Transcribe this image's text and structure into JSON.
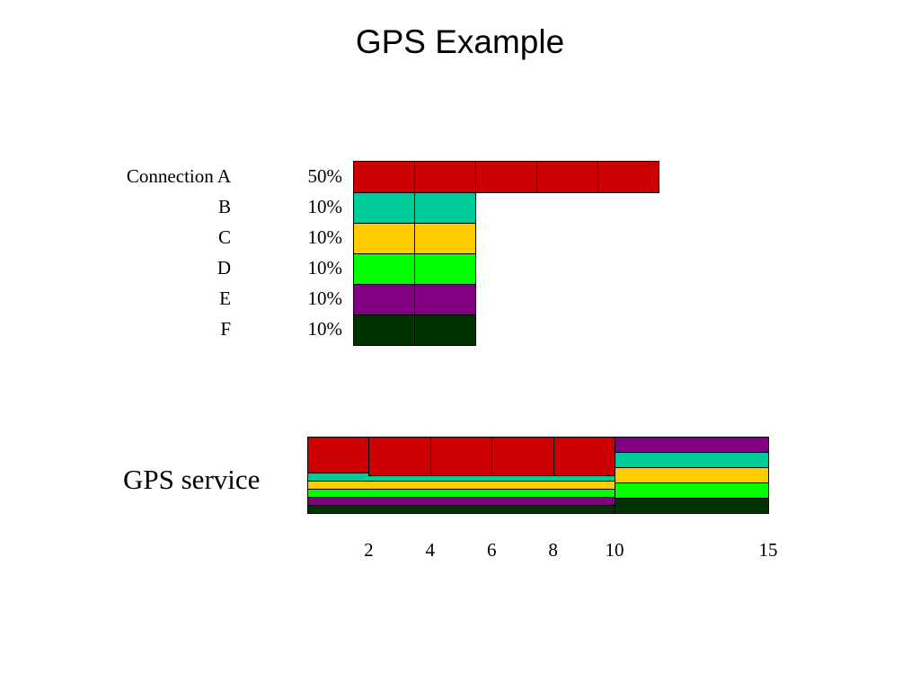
{
  "title": "GPS Example",
  "colors": {
    "A": "#cc0000",
    "B": "#00cc99",
    "C": "#ffcc00",
    "D": "#00ff00",
    "E": "#800080",
    "F": "#003300"
  },
  "connections": [
    {
      "key": "A",
      "label": "Connection A",
      "share": "50%",
      "blocks": 5
    },
    {
      "key": "B",
      "label": "B",
      "share": "10%",
      "blocks": 2
    },
    {
      "key": "C",
      "label": "C",
      "share": "10%",
      "blocks": 2
    },
    {
      "key": "D",
      "label": "D",
      "share": "10%",
      "blocks": 2
    },
    {
      "key": "E",
      "label": "E",
      "share": "10%",
      "blocks": 2
    },
    {
      "key": "F",
      "label": "F",
      "share": "10%",
      "blocks": 2
    }
  ],
  "gps": {
    "label": "GPS service",
    "finish_times": {
      "A": 10,
      "B": 15,
      "C": 15,
      "D": 15,
      "E": 15,
      "F": 15
    },
    "axis_ticks": [
      "2",
      "4",
      "6",
      "8",
      "10",
      "15"
    ]
  }
}
